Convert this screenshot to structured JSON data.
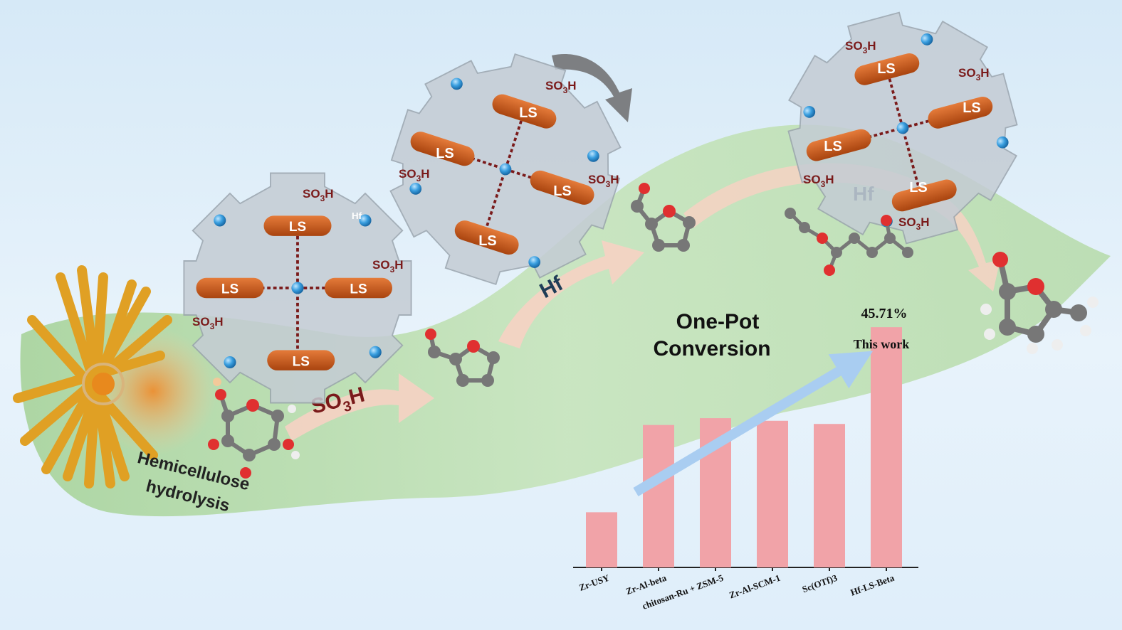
{
  "labels": {
    "hemicellulose": "Hemicellulose",
    "hydrolysis": "hydrolysis",
    "so3h_main": "SO",
    "so3h_sub": "3",
    "so3h_end": "H",
    "hf": "Hf",
    "ls": "LS",
    "gear_hf": "Hf",
    "title_line1": "One-Pot",
    "title_line2": "Conversion",
    "top_value": "45.71%",
    "this_work": "This work"
  },
  "colors": {
    "ribbon": "#b9dcae",
    "ls_rod": "#c85a1f",
    "so3h_text": "#7a1a1a",
    "hf_text": "#1f3d57",
    "bar": "#f1a3a8",
    "trend_arrow": "#a9cdf1",
    "flow_arrow": "#f6d2c3"
  },
  "chart_data": {
    "type": "bar",
    "title": "One-Pot Conversion",
    "categories": [
      "Zr-USY",
      "Zr-Al-beta",
      "chitosan-Ru + ZSM-5",
      "Zr-Al-SCM-1",
      "Sc(OTf)3",
      "Hf-LS-Beta"
    ],
    "values": [
      10.5,
      27.1,
      28.4,
      27.9,
      27.3,
      45.71
    ],
    "ylim": [
      0,
      46
    ],
    "annotations": [
      {
        "category": "Hf-LS-Beta",
        "text": "45.71%"
      },
      {
        "category": "Hf-LS-Beta",
        "text": "This work"
      }
    ],
    "grid": false
  }
}
